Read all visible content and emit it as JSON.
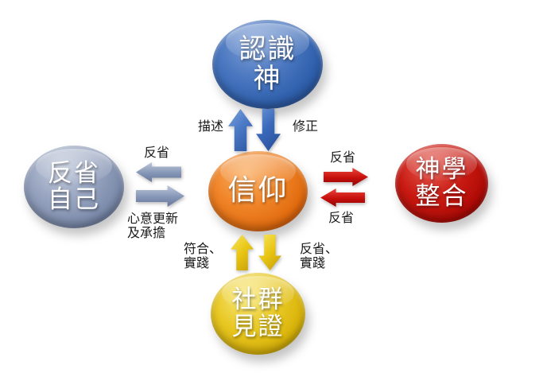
{
  "diagram": {
    "nodes": {
      "know_god": {
        "line1": "認識",
        "line2": "神",
        "color": "#3a67b1"
      },
      "faith": {
        "label": "信仰",
        "color": "#e8761a"
      },
      "reflect_self": {
        "line1": "反省",
        "line2": "自己",
        "color": "#8291b0"
      },
      "theological_integration": {
        "line1": "神學",
        "line2": "整合",
        "color": "#bb100e"
      },
      "community_witness": {
        "line1": "社群",
        "line2": "見證",
        "color": "#dfba10"
      }
    },
    "edge_labels": {
      "describe": "描述",
      "revise": "修正",
      "reflect_right_top": "反省",
      "reflect_right_bottom": "反省",
      "reflect_left_top": "反省",
      "renewal_line1": "心意更新",
      "renewal_line2": "及承擔",
      "conform_line1": "符合、",
      "conform_line2": "實踐",
      "reflect_practice_line1": "反省、",
      "reflect_practice_line2": "實踐"
    },
    "colors": {
      "arrow_blue": "#4a79c6",
      "arrow_slate": "#8495b6",
      "arrow_red": "#cf1311",
      "arrow_gold": "#e9c513",
      "edge_label_text": "#1a1a1a",
      "node_text": "#ffffff",
      "background": "#ffffff"
    }
  }
}
